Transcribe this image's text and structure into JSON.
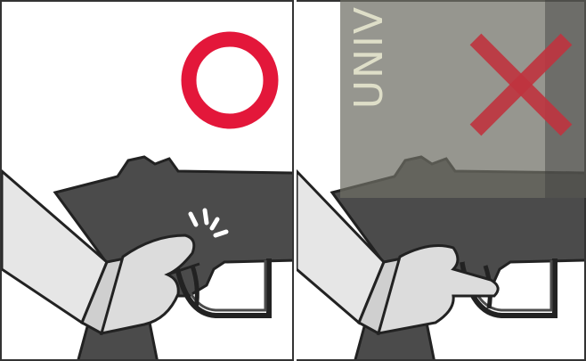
{
  "panels": [
    {
      "id": "correct",
      "mark": "circle-icon",
      "mark_color": "#e3173a"
    },
    {
      "id": "incorrect",
      "mark": "cross-icon",
      "mark_color": "#c0343f"
    }
  ],
  "watermark": {
    "text": "UNIV"
  },
  "colors": {
    "gun_body": "#4b4b4b",
    "sleeve": "#e6e6e6",
    "skin": "#dcdcdc",
    "outline": "#222222"
  }
}
